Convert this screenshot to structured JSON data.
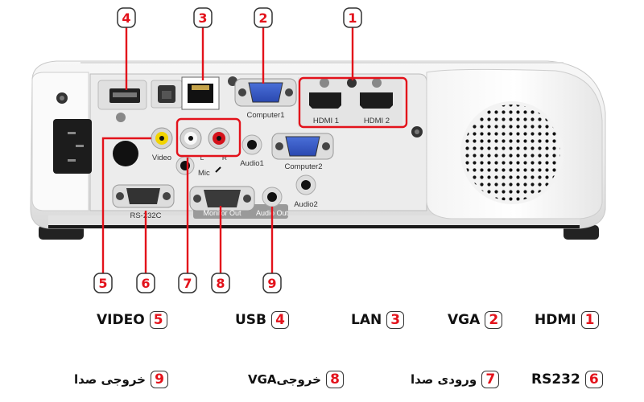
{
  "accent_color": "#e3121b",
  "callouts": [
    {
      "n": "1",
      "target": "HDMI"
    },
    {
      "n": "2",
      "target": "VGA"
    },
    {
      "n": "3",
      "target": "LAN"
    },
    {
      "n": "4",
      "target": "USB"
    },
    {
      "n": "5",
      "target": "VIDEO"
    },
    {
      "n": "6",
      "target": "RS232"
    },
    {
      "n": "7",
      "target": "audio-in"
    },
    {
      "n": "8",
      "target": "vga-out"
    },
    {
      "n": "9",
      "target": "audio-out"
    }
  ],
  "panel_labels": {
    "hdmi1": "HDMI 1",
    "hdmi2": "HDMI 2",
    "computer1": "Computer1",
    "computer2": "Computer2",
    "video": "Video",
    "l": "L",
    "r": "R",
    "audio1": "Audio1",
    "audio2": "Audio2",
    "mic": "Mic",
    "rs232c": "RS-232C",
    "monitor_out": "Monitor Out",
    "audio_out": "Audio Out"
  },
  "legend": [
    {
      "n": "1",
      "label": "HDMI"
    },
    {
      "n": "2",
      "label": "VGA"
    },
    {
      "n": "3",
      "label": "LAN"
    },
    {
      "n": "4",
      "label": "USB"
    },
    {
      "n": "5",
      "label": "VIDEO"
    },
    {
      "n": "6",
      "label": "RS232"
    },
    {
      "n": "7",
      "label": "ورودی صدا"
    },
    {
      "n": "8",
      "label": "خروجیVGA"
    },
    {
      "n": "9",
      "label": "خروجی صدا"
    }
  ]
}
